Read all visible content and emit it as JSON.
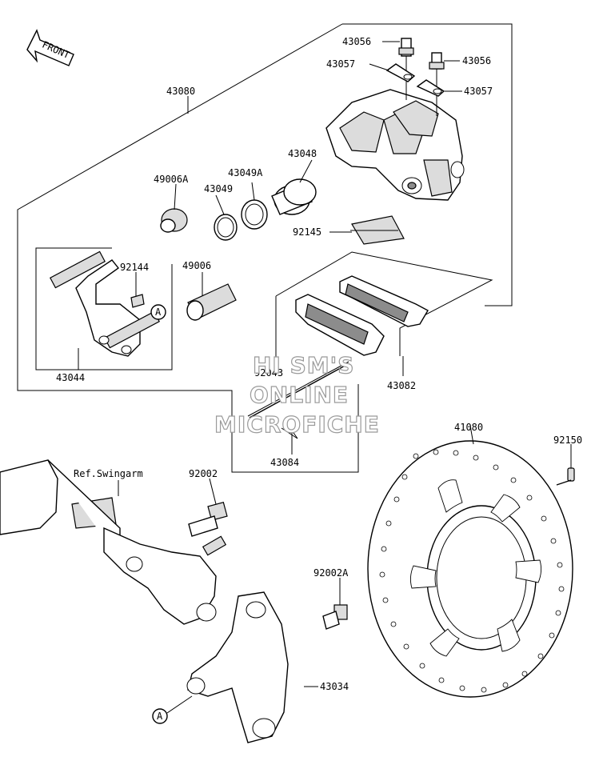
{
  "front_arrow": {
    "label": "FRONT"
  },
  "callouts": {
    "43056_top": "43056",
    "43056_right": "43056",
    "43057_left": "43057",
    "43057_right": "43057",
    "43080": "43080",
    "43048": "43048",
    "49006A": "49006A",
    "43049A": "43049A",
    "43049": "43049",
    "92145": "92145",
    "92144": "92144",
    "49006": "49006",
    "43044": "43044",
    "92043": "92043",
    "43082": "43082",
    "43084": "43084",
    "41080": "41080",
    "92150": "92150",
    "92002": "92002",
    "92002A": "92002A",
    "43034": "43034"
  },
  "reference": {
    "label": "Ref.Swingarm"
  },
  "markers": {
    "a_upper": "A",
    "a_lower": "A"
  },
  "watermark": {
    "line1": "HI SM'S",
    "line2": "ONLINE",
    "line3": "MICROFICHE"
  }
}
